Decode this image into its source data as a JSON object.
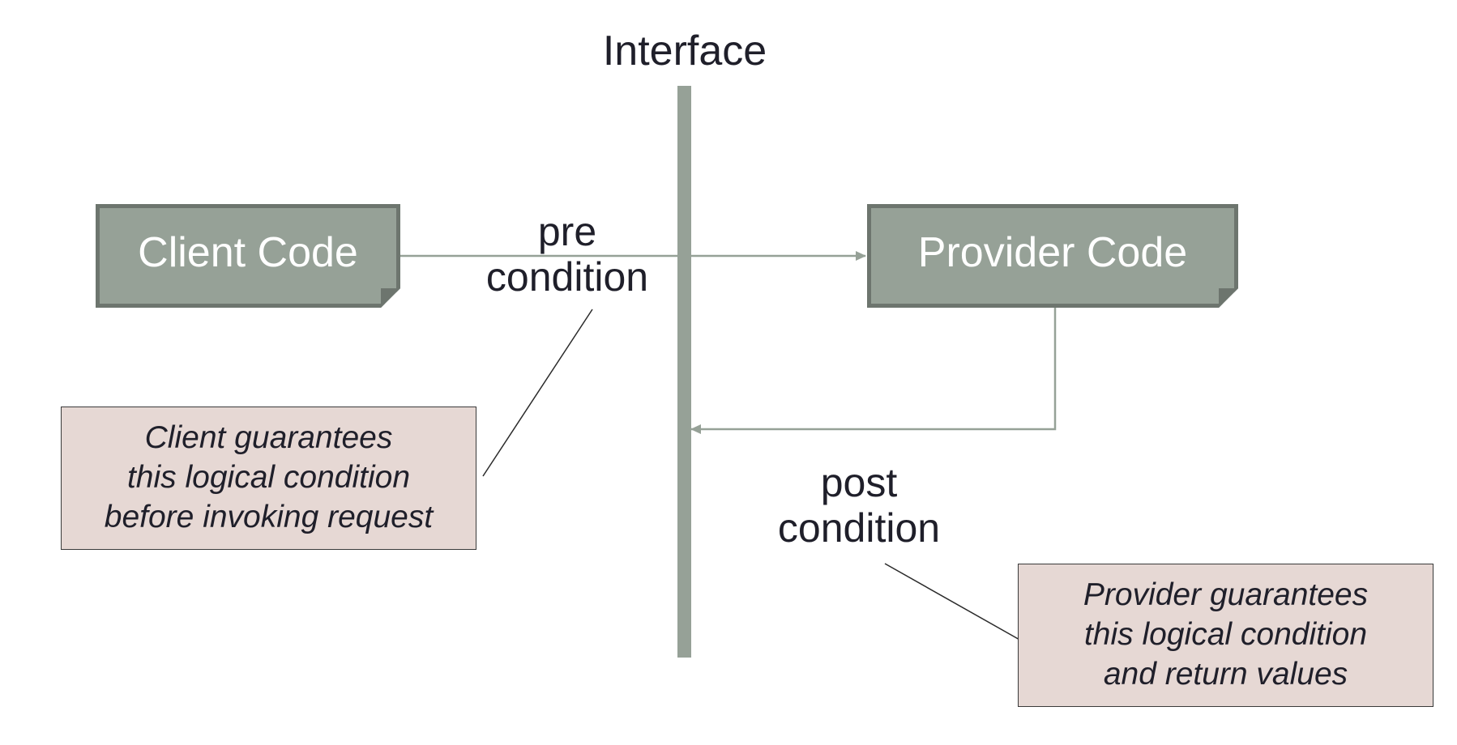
{
  "diagram": {
    "title": "Interface",
    "client_box": "Client Code",
    "provider_box": "Provider Code",
    "pre_label": "pre\ncondition",
    "post_label": "post\ncondition",
    "client_note": "Client guarantees\nthis logical condition\nbefore invoking request",
    "provider_note": "Provider guarantees\nthis logical condition\nand return values"
  },
  "colors": {
    "box_fill": "#96a197",
    "box_border": "#6d756e",
    "interface_bar": "#96a197",
    "connector": "#96a197",
    "note_fill": "#e6d8d4",
    "text": "#1f1f2a"
  }
}
